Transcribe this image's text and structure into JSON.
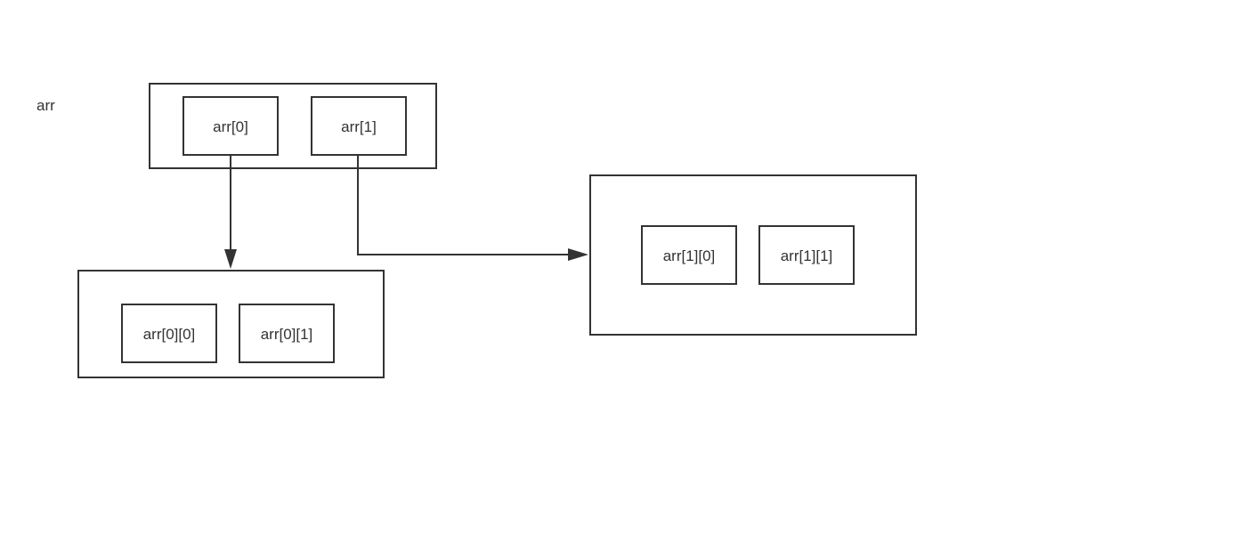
{
  "diagram": {
    "variable_label": "arr",
    "top_array": {
      "cells": [
        "arr[0]",
        "arr[1]"
      ]
    },
    "sub_array_0": {
      "cells": [
        "arr[0][0]",
        "arr[0][1]"
      ]
    },
    "sub_array_1": {
      "cells": [
        "arr[1][0]",
        "arr[1][1]"
      ]
    }
  },
  "colors": {
    "stroke": "#333333",
    "text": "#333333",
    "background": "#ffffff"
  }
}
